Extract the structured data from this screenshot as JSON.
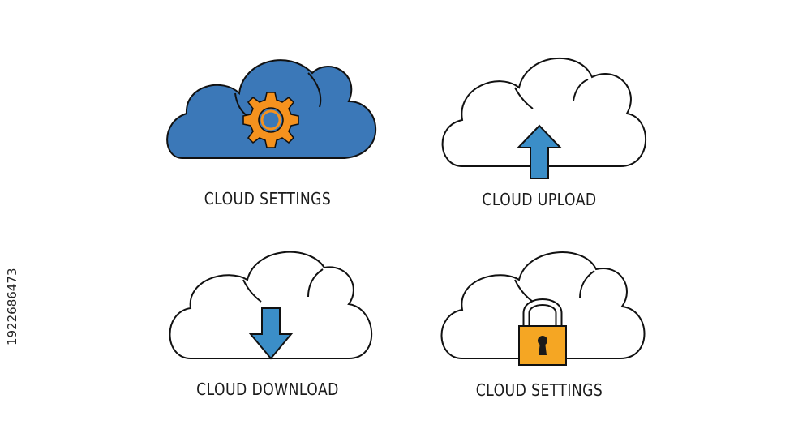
{
  "items": [
    {
      "label": "CLOUD SETTINGS",
      "icon": "gear-icon",
      "fill": "#3b78b8",
      "accent": "#f5921e"
    },
    {
      "label": "CLOUD UPLOAD",
      "icon": "up-arrow-icon",
      "fill": "#ffffff",
      "accent": "#3b8ec8"
    },
    {
      "label": "CLOUD DOWNLOAD",
      "icon": "down-arrow-icon",
      "fill": "#ffffff",
      "accent": "#3b8ec8"
    },
    {
      "label": "CLOUD SETTINGS",
      "icon": "padlock-icon",
      "fill": "#ffffff",
      "accent": "#f5a623"
    }
  ],
  "side_text": "1922686473",
  "colors": {
    "outline": "#111111",
    "cloud_blue": "#3b78b8",
    "gear_orange": "#f5921e",
    "arrow_blue": "#3b8ec8",
    "lock_orange": "#f5a623",
    "keyhole": "#1a1a1a"
  }
}
